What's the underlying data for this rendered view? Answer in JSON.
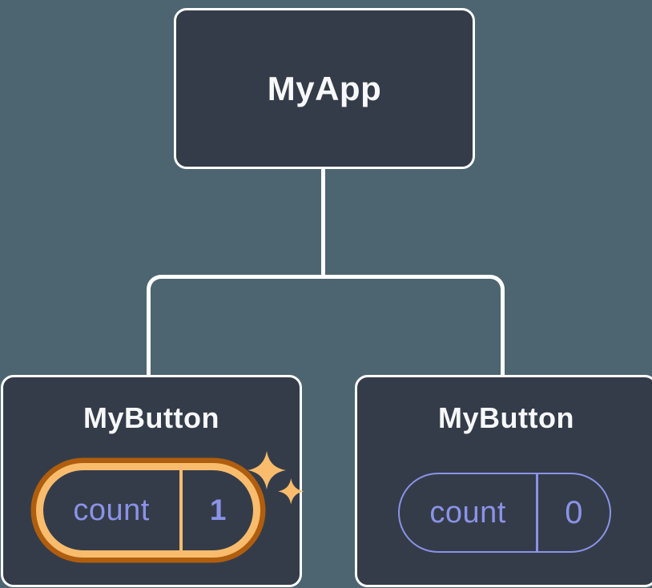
{
  "diagram": {
    "title": "react-component-tree-with-state",
    "colors": {
      "background": "#4C6570",
      "node_fill": "#353C49",
      "node_border": "#FFFFFF",
      "connector": "#FFFFFF",
      "label_text": "#F7F8FA",
      "state_purple": "#8A93E8",
      "highlight_orange": "#F9BC6D",
      "highlight_orange_dark": "#B05E0E"
    },
    "tree": {
      "root": {
        "label": "MyApp"
      },
      "children": [
        {
          "label": "MyButton",
          "state": {
            "key": "count",
            "value": "1"
          },
          "highlighted": true
        },
        {
          "label": "MyButton",
          "state": {
            "key": "count",
            "value": "0"
          },
          "highlighted": false
        }
      ]
    }
  }
}
